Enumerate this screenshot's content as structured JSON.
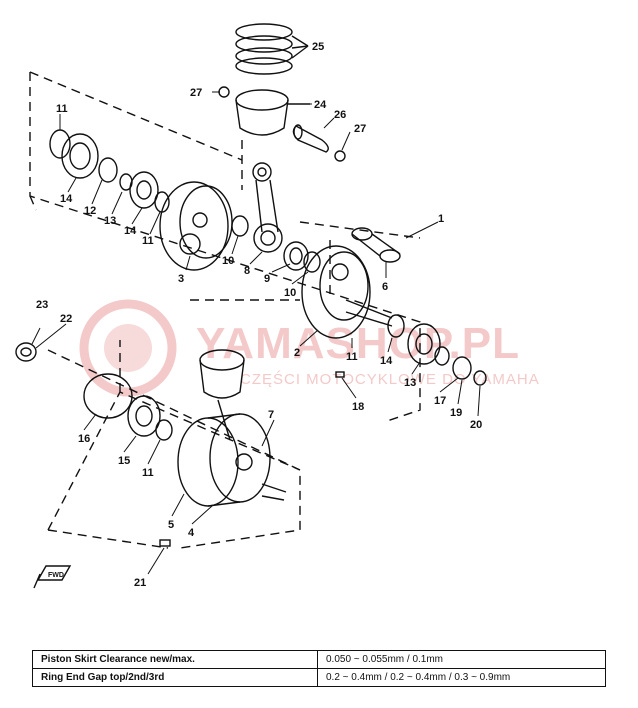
{
  "watermark": {
    "title": "YAMASHOP.PL",
    "subtitle": "CZĘŚCI MOTOCYKLOWE DO YAMAHA"
  },
  "fwd_label": "FWD",
  "part_numbers": {
    "p1": "1",
    "p2": "2",
    "p3": "3",
    "p4": "4",
    "p5": "5",
    "p6": "6",
    "p7": "7",
    "p8": "8",
    "p9": "9",
    "p10a": "10",
    "p10b": "10",
    "p11a": "11",
    "p11b": "11",
    "p11c": "11",
    "p11d": "11",
    "p12": "12",
    "p13a": "13",
    "p13b": "13",
    "p14a": "14",
    "p14b": "14",
    "p14c": "14",
    "p15": "15",
    "p16": "16",
    "p17": "17",
    "p18": "18",
    "p19": "19",
    "p20": "20",
    "p21": "21",
    "p22": "22",
    "p23": "23",
    "p24": "24",
    "p25": "25",
    "p26": "26",
    "p27a": "27",
    "p27b": "27"
  },
  "spec_table": {
    "rows": [
      {
        "label": "Piston Skirt Clearance new/max.",
        "value": "0.050 ~ 0.055mm / 0.1mm"
      },
      {
        "label": "Ring End Gap top/2nd/3rd",
        "value": "0.2 ~ 0.4mm / 0.2 ~ 0.4mm / 0.3 ~ 0.9mm"
      }
    ]
  },
  "colors": {
    "line": "#111111",
    "watermark": "#f3c9c9"
  }
}
